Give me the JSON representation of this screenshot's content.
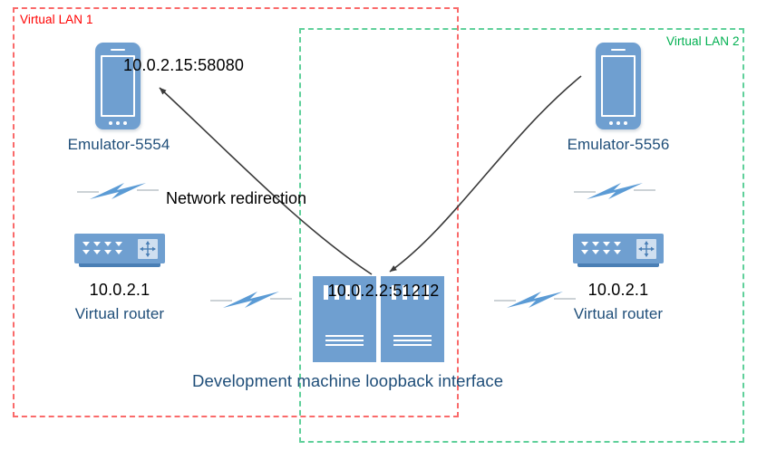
{
  "diagram": {
    "title": "Android emulator virtual LAN network redirection topology",
    "colors": {
      "lan1_border": "#fa6a6a",
      "lan1_label": "#ff0000",
      "lan2_border": "#5fd09a",
      "lan2_label": "#00b050",
      "device_blue": "#6f9fd0",
      "caption_blue": "#1f4e79",
      "bolt_blue": "#5b9bd5",
      "arrow_black": "#3a3a3a"
    },
    "zones": [
      {
        "id": "lan1",
        "label": "Virtual LAN 1"
      },
      {
        "id": "lan2",
        "label": "Virtual LAN 2"
      }
    ],
    "nodes": {
      "emulator_left": {
        "icon": "smartphone-icon",
        "ip": "10.0.2.15:58080",
        "caption": "Emulator-5554"
      },
      "emulator_right": {
        "icon": "smartphone-icon",
        "ip": "",
        "caption": "Emulator-5556"
      },
      "router_left": {
        "icon": "router-icon",
        "ip": "10.0.2.1",
        "caption": "Virtual router"
      },
      "router_right": {
        "icon": "router-icon",
        "ip": "10.0.2.1",
        "caption": "Virtual router"
      },
      "loopback": {
        "icon": "server-icon",
        "ip": "10.0.2.2:51212",
        "caption": "Development machine loopback interface"
      }
    },
    "annotations": {
      "network_redirection": "Network redirection"
    },
    "links": [
      {
        "id": "link-lan1-left",
        "icon": "lightning-bolt-icon"
      },
      {
        "id": "link-lan1-bottom",
        "icon": "lightning-bolt-icon"
      },
      {
        "id": "link-lan2-right",
        "icon": "lightning-bolt-icon"
      },
      {
        "id": "link-lan2-bottom",
        "icon": "lightning-bolt-icon"
      }
    ]
  }
}
